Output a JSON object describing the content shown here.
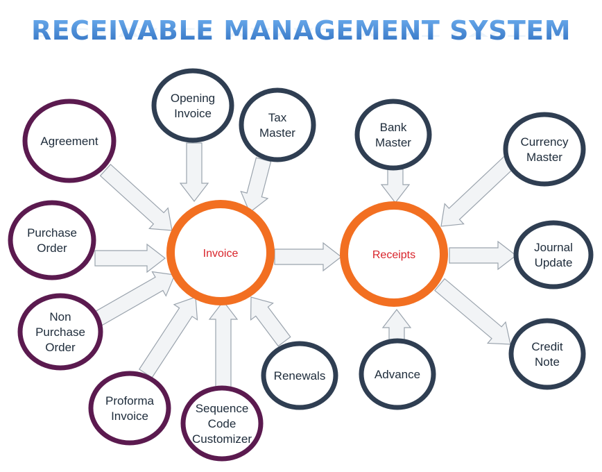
{
  "title": "RECEIVABLE MANAGEMENT SYSTEM",
  "colors": {
    "title": "#3f86d6",
    "hub_ring": "#f26f21",
    "hub_text": "#d8232a",
    "purple_ring": "#5b1a4f",
    "navy_ring": "#2f3e52",
    "arrow_fill": "#f2f4f6",
    "arrow_stroke": "#9aa3ad"
  },
  "hubs": {
    "invoice": {
      "label": "Invoice"
    },
    "receipts": {
      "label": "Receipts"
    }
  },
  "nodes": {
    "opening_invoice": {
      "lines": [
        "Opening",
        "Invoice"
      ]
    },
    "tax_master": {
      "lines": [
        "Tax",
        "Master"
      ]
    },
    "agreement": {
      "lines": [
        "Agreement"
      ]
    },
    "purchase_order": {
      "lines": [
        "Purchase",
        "Order"
      ]
    },
    "non_purchase_order": {
      "lines": [
        "Non",
        "Purchase",
        "Order"
      ]
    },
    "proforma_invoice": {
      "lines": [
        "Proforma",
        "Invoice"
      ]
    },
    "sequence_code": {
      "lines": [
        "Sequence",
        "Code",
        "Customizer"
      ]
    },
    "renewals": {
      "lines": [
        "Renewals"
      ]
    },
    "bank_master": {
      "lines": [
        "Bank",
        "Master"
      ]
    },
    "currency_master": {
      "lines": [
        "Currency",
        "Master"
      ]
    },
    "journal_update": {
      "lines": [
        "Journal",
        "Update"
      ]
    },
    "credit_note": {
      "lines": [
        "Credit",
        "Note"
      ]
    },
    "advance": {
      "lines": [
        "Advance"
      ]
    }
  }
}
